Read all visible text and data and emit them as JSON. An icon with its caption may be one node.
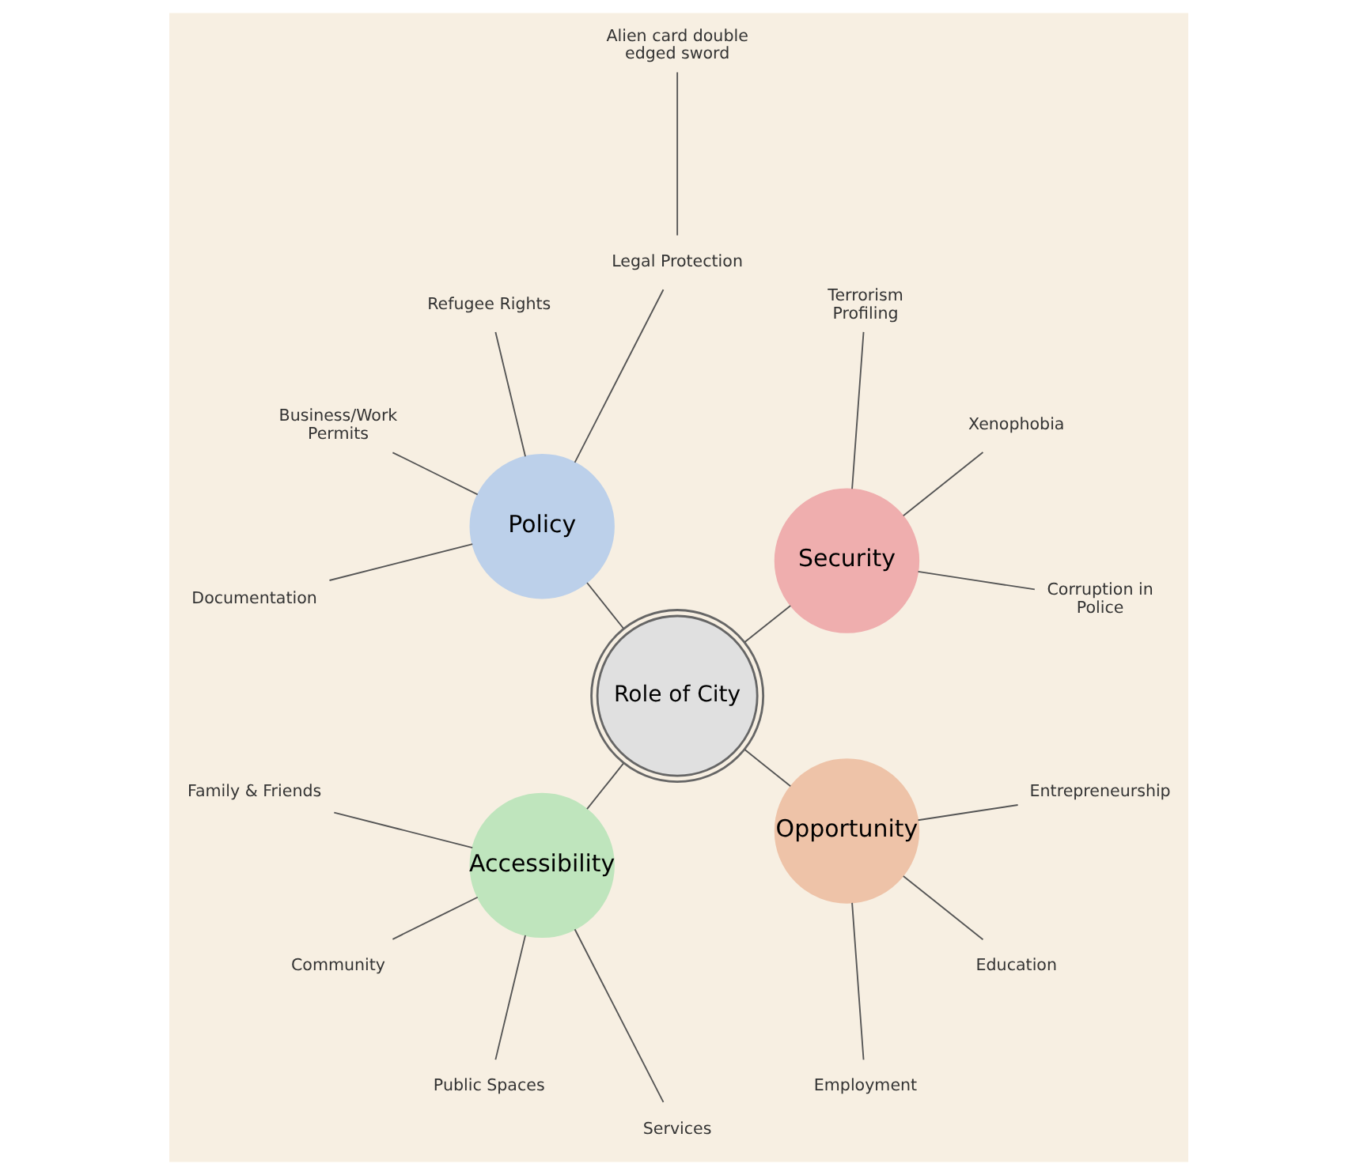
{
  "diagram": {
    "nodes": [
      {
        "text": [
          "Role of City"
        ]
      },
      {
        "text": [
          "Security"
        ]
      },
      {
        "text": [
          "Policy"
        ]
      },
      {
        "text": [
          "Accessibility"
        ]
      },
      {
        "text": [
          "Opportunity"
        ]
      },
      {
        "text": [
          "Corruption in Police"
        ]
      },
      {
        "text": [
          "Xenophobia"
        ]
      },
      {
        "text": [
          "Terrorism Profiling"
        ]
      },
      {
        "text": [
          "Alien card double edged sword"
        ]
      },
      {
        "text": [
          "Legal Protection"
        ]
      },
      {
        "text": [
          "Refugee Rights"
        ]
      },
      {
        "text": [
          "Business/Work Permits"
        ]
      },
      {
        "text": [
          "Documentation"
        ]
      },
      {
        "text": [
          "Family & Friends"
        ]
      },
      {
        "text": [
          "Community"
        ]
      },
      {
        "text": [
          "Public Spaces"
        ]
      },
      {
        "text": [
          "Services"
        ]
      },
      {
        "text": [
          "Employment"
        ]
      },
      {
        "text": [
          "Education"
        ]
      },
      {
        "text": [
          "Entrepreneurship"
        ]
      }
    ],
    "edges": [
      {
        "from": 0,
        "to": 1,
        "arrow": "none"
      },
      {
        "from": 0,
        "to": 2,
        "arrow": "none"
      },
      {
        "from": 0,
        "to": 3,
        "arrow": "none"
      },
      {
        "from": 0,
        "to": 4,
        "arrow": "none"
      },
      {
        "from": 1,
        "to": 5,
        "arrow": "none"
      },
      {
        "from": 1,
        "to": 6,
        "arrow": "none"
      },
      {
        "from": 1,
        "to": 7,
        "arrow": "none"
      },
      {
        "from": 2,
        "to": 9,
        "arrow": "none"
      },
      {
        "from": 9,
        "to": 8,
        "arrow": "none"
      },
      {
        "from": 2,
        "to": 10,
        "arrow": "none"
      },
      {
        "from": 2,
        "to": 11,
        "arrow": "none"
      },
      {
        "from": 2,
        "to": 12,
        "arrow": "none"
      },
      {
        "from": 3,
        "to": 13,
        "arrow": "none"
      },
      {
        "from": 3,
        "to": 14,
        "arrow": "none"
      },
      {
        "from": 3,
        "to": 15,
        "arrow": "none"
      },
      {
        "from": 3,
        "to": 16,
        "arrow": "none"
      },
      {
        "from": 4,
        "to": 17,
        "arrow": "none"
      },
      {
        "from": 4,
        "to": 18,
        "arrow": "none"
      },
      {
        "from": 4,
        "to": 19,
        "arrow": "none"
      }
    ]
  }
}
